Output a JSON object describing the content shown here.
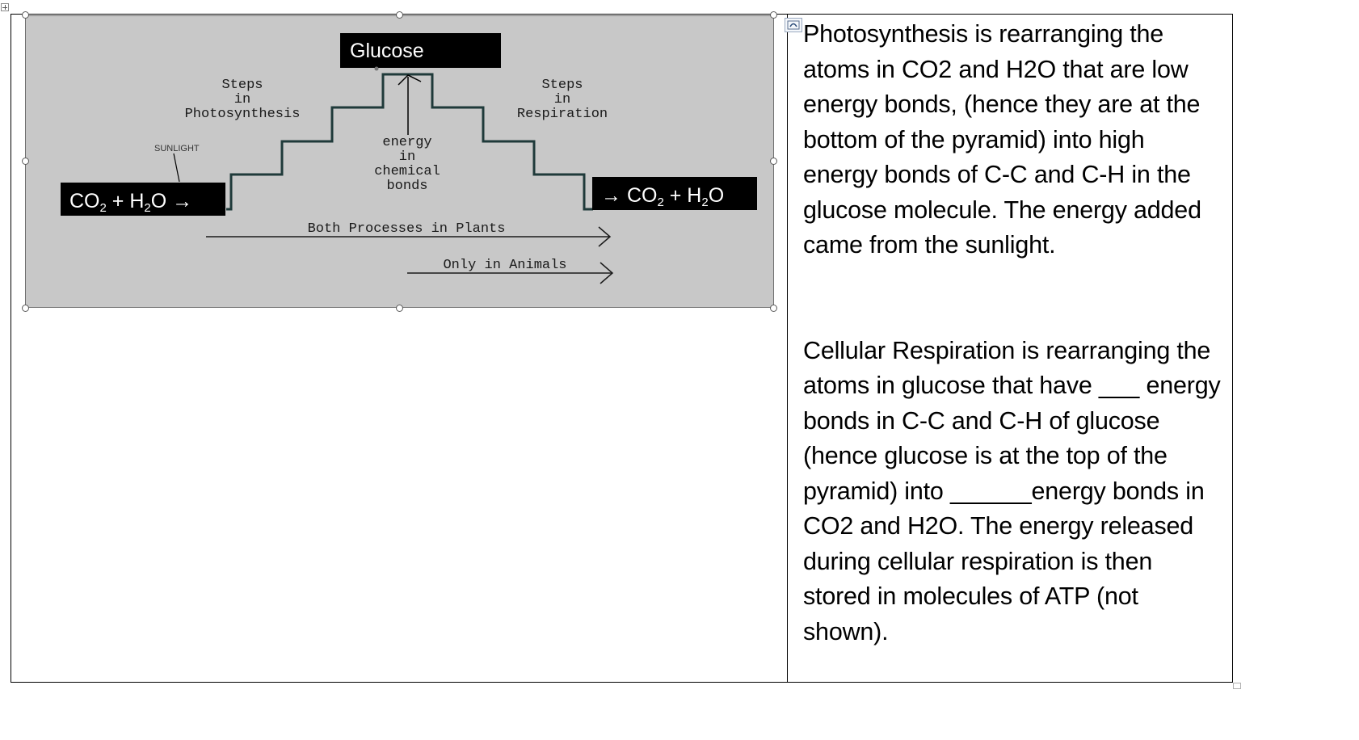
{
  "diagram": {
    "glucose_label": "Glucose",
    "steps_photosynthesis": [
      "Steps",
      "in",
      "Photosynthesis"
    ],
    "steps_respiration": [
      "Steps",
      "in",
      "Respiration"
    ],
    "energy_label": [
      "energy",
      "in",
      "chemical",
      "bonds"
    ],
    "sunlight_label": "SUNLIGHT",
    "reactants_box": {
      "co": "CO",
      "sub2": "2",
      "plus_h": " + H",
      "sub2b": "2",
      "tail": "O →"
    },
    "products_box": {
      "arrow": "→ CO",
      "sub2": "2",
      "plus_h": " + H",
      "sub2b": "2",
      "tail": "O"
    },
    "both_processes_label": "Both Processes in Plants",
    "only_animals_label": "Only in Animals"
  },
  "photosynthesis_text": "Photosynthesis is rearranging the atoms in CO2 and H2O that are low energy bonds, (hence they are at the bottom of the pyramid) into high energy bonds of C-C and C-H in the glucose molecule. The energy added came from the sunlight.",
  "respiration_text": "Cellular Respiration is rearranging the atoms in glucose that have ___ energy bonds in C-C and C-H of glucose (hence glucose is at the top of the pyramid) into ______energy bonds in CO2 and H2O. The energy released during cellular respiration is then stored in molecules of ATP (not shown).",
  "colors": {
    "diagram_bg": "#c8c8c8",
    "staircase": "#1f3a3a",
    "label_box": "#000000"
  }
}
